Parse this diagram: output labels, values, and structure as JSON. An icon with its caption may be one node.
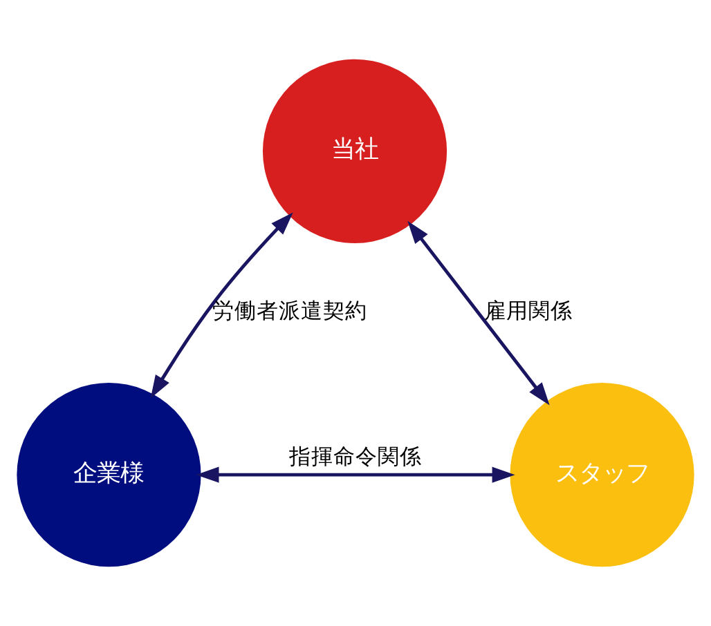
{
  "diagram": {
    "nodes": [
      {
        "text": [
          "当社"
        ]
      },
      {
        "text": [
          "スタッフ"
        ]
      },
      {
        "text": [
          "企業様"
        ]
      }
    ],
    "edges": [
      {
        "from": 1,
        "to": 0,
        "arrow": "both",
        "label": "雇用関係"
      },
      {
        "from": 0,
        "to": 2,
        "arrow": "both",
        "label": "労働者派遣契約"
      },
      {
        "from": 2,
        "to": 1,
        "arrow": "both",
        "label": "指揮命令関係"
      }
    ]
  }
}
